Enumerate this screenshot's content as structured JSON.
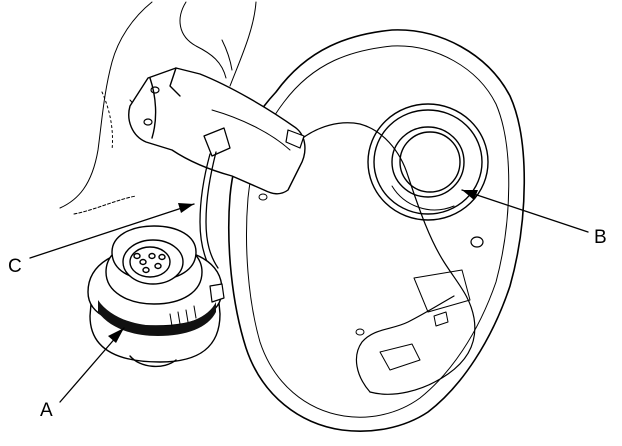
{
  "callouts": {
    "a": "A",
    "b": "B",
    "c": "C"
  },
  "colors": {
    "line": "#000000",
    "fill": "#ffffff",
    "ring": "#111111"
  }
}
